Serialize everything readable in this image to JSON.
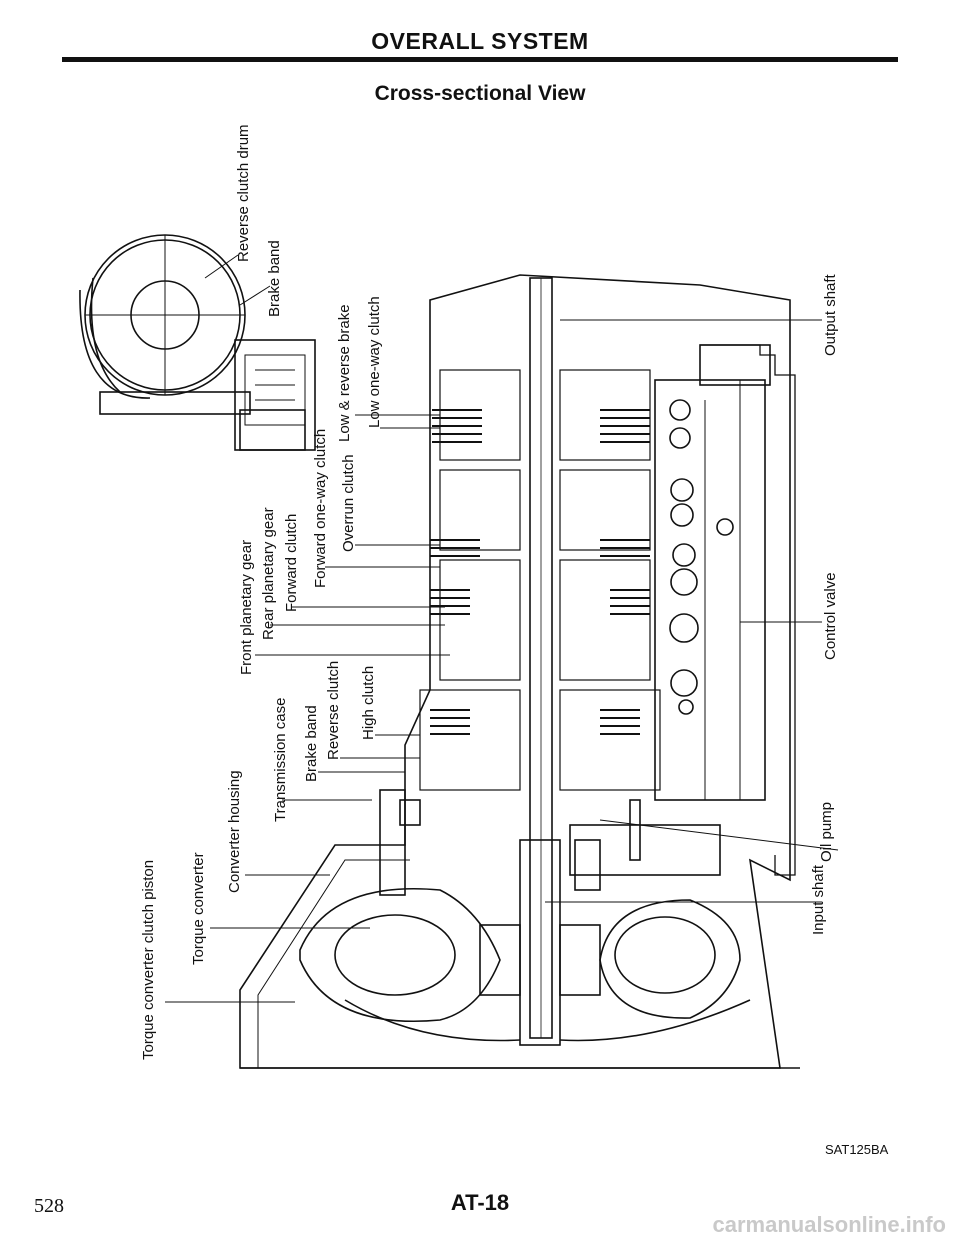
{
  "header": {
    "title": "OVERALL SYSTEM",
    "subtitle": "Cross-sectional View"
  },
  "labels": {
    "reverse_clutch_drum": "Reverse clutch drum",
    "brake_band_top": "Brake band",
    "low_reverse_brake": "Low & reverse brake",
    "low_one_way_clutch": "Low one-way clutch",
    "forward_one_way_clutch": "Forward one-way clutch",
    "overrun_clutch": "Overrun clutch",
    "front_planetary_gear": "Front planetary gear",
    "rear_planetary_gear": "Rear planetary gear",
    "forward_clutch": "Forward clutch",
    "transmission_case": "Transmission case",
    "brake_band_lower": "Brake band",
    "reverse_clutch": "Reverse clutch",
    "high_clutch": "High clutch",
    "converter_housing": "Converter housing",
    "torque_converter": "Torque converter",
    "torque_converter_clutch_piston": "Torque converter clutch piston",
    "output_shaft": "Output shaft",
    "control_valve": "Control valve",
    "oil_pump": "Oil pump",
    "input_shaft": "Input shaft"
  },
  "footer": {
    "figure_code": "SAT125BA",
    "page_number": "528",
    "section_code": "AT-18",
    "watermark": "carmanualsonline.info"
  }
}
